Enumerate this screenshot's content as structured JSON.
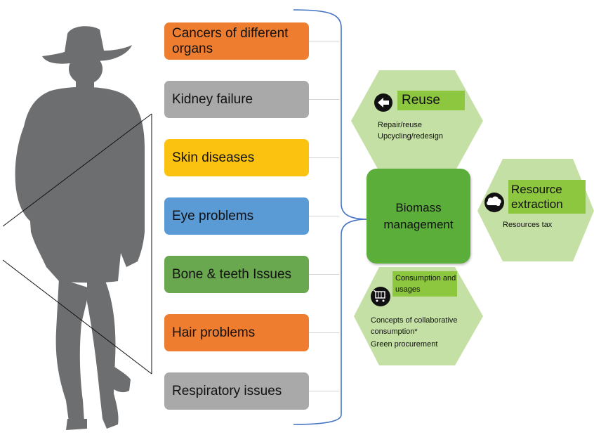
{
  "health_issues": [
    {
      "label": "Cancers of different organs",
      "color": "#ef7d2f"
    },
    {
      "label": "Kidney failure",
      "color": "#a9a9a9"
    },
    {
      "label": "Skin diseases",
      "color": "#fbc20f"
    },
    {
      "label": "Eye problems",
      "color": "#5b9bd5"
    },
    {
      "label": "Bone & teeth Issues",
      "color": "#6aa84f"
    },
    {
      "label": "Hair problems",
      "color": "#ef7d2f"
    },
    {
      "label": "Respiratory issues",
      "color": "#a9a9a9"
    }
  ],
  "center": {
    "label": "Biomass management",
    "color": "#5bae3a"
  },
  "reuse": {
    "title": "Reuse",
    "lines": [
      "Repair/reuse",
      "Upcycling/redesign"
    ],
    "icon": "arrow-left-icon"
  },
  "resource": {
    "title": "Resource extraction",
    "lines": [
      "Resources tax"
    ],
    "icon": "cloud-icon"
  },
  "consumption": {
    "title": "Consumption and usages",
    "lines": [
      "Concepts of collaborative consumption*",
      "Green procurement"
    ],
    "icon": "shopping-cart-icon"
  },
  "colors": {
    "hex_fill": "#c5e0a5",
    "label_fill": "#8dc63f",
    "bracket": "#4472c4",
    "silhouette": "#6d6e70"
  }
}
